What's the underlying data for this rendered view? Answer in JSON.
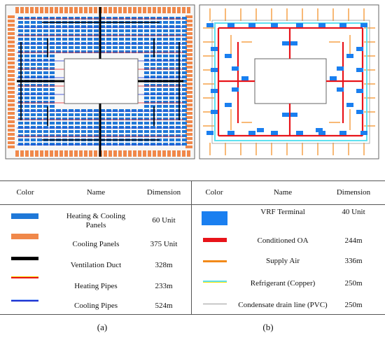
{
  "legend": {
    "headers": {
      "color": "Color",
      "name": "Name",
      "dimension": "Dimension"
    },
    "left": [
      {
        "name_lines": [
          "Heating & Cooling",
          "Panels"
        ],
        "dimension": "60 Unit",
        "swatch": "blue-panel",
        "color": "#1f78d8"
      },
      {
        "name_lines": [
          "Cooling Panels"
        ],
        "dimension": "375 Unit",
        "swatch": "orange-panel",
        "color": "#f0884a"
      },
      {
        "name_lines": [
          "Ventilation Duct"
        ],
        "dimension": "328m",
        "swatch": "black-duct",
        "color": "#000000"
      },
      {
        "name_lines": [
          "Heating Pipes"
        ],
        "dimension": "233m",
        "swatch": "red-yellow-pipe",
        "color": "#e8141a"
      },
      {
        "name_lines": [
          "Cooling Pipes"
        ],
        "dimension": "524m",
        "swatch": "blue-pipe",
        "color": "#1a2fd0"
      }
    ],
    "right": [
      {
        "name_lines": [
          "VRF Terminal"
        ],
        "dimension": "40 Unit",
        "swatch": "vrf-terminal",
        "color": "#1a7ff0"
      },
      {
        "name_lines": [
          "Conditioned OA"
        ],
        "dimension": "244m",
        "swatch": "red-duct",
        "color": "#e8141a"
      },
      {
        "name_lines": [
          "Supply Air"
        ],
        "dimension": "336m",
        "swatch": "orange-line",
        "color": "#f28a1a"
      },
      {
        "name_lines": [
          "Refrigerant (Copper)"
        ],
        "dimension": "250m",
        "swatch": "cyan-yellow-line",
        "color": "#5fe0f0"
      },
      {
        "name_lines": [
          "Condensate drain line (PVC)"
        ],
        "dimension": "250m",
        "swatch": "gray-line",
        "color": "#9a9a9a"
      }
    ]
  },
  "captions": {
    "a": "(a)",
    "b": "(b)"
  }
}
